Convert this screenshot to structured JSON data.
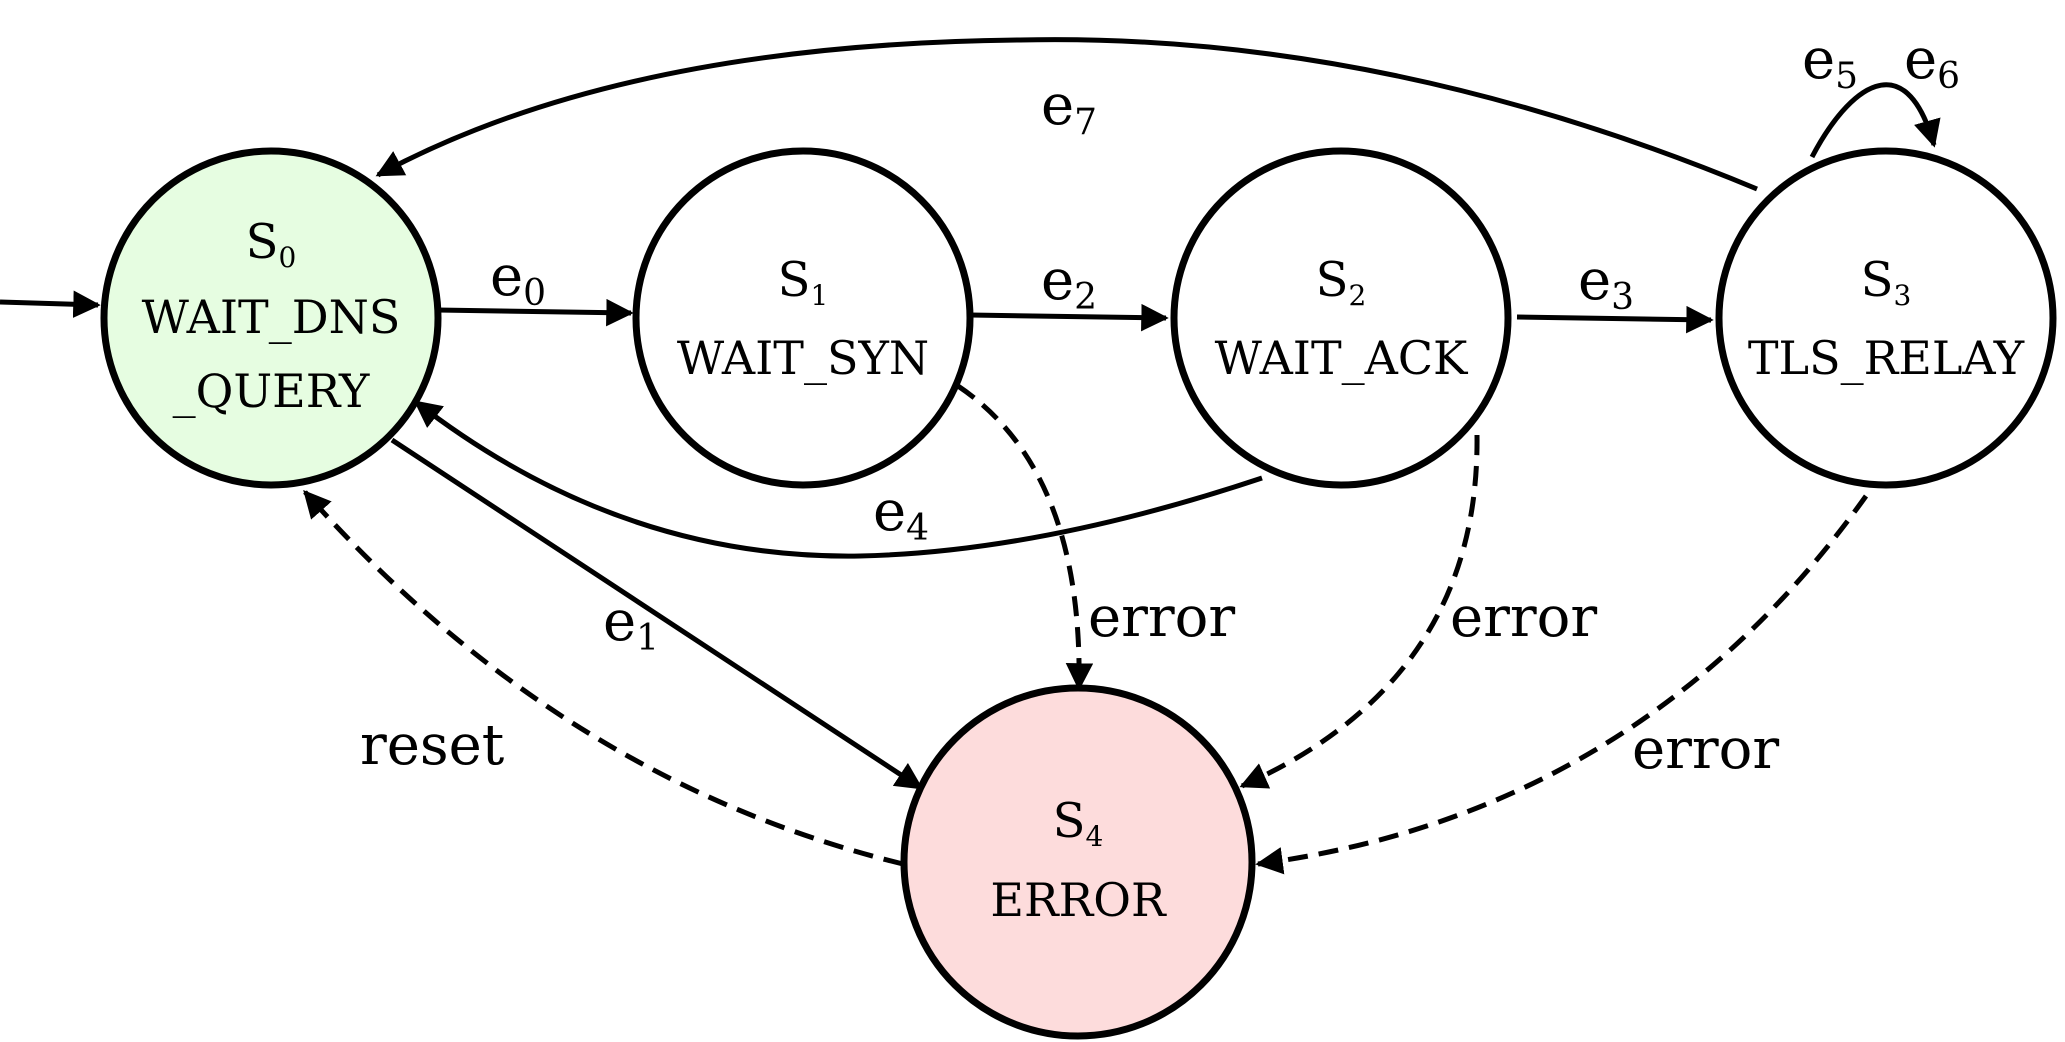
{
  "states": [
    {
      "id": "s0",
      "letter": "S",
      "index": "0",
      "name_lines": [
        "WAIT_DNS",
        "_QUERY"
      ],
      "fill": "#e6fde1",
      "initial": true
    },
    {
      "id": "s1",
      "letter": "S",
      "index": "1",
      "name_lines": [
        "WAIT_SYN"
      ],
      "fill": "#ffffff"
    },
    {
      "id": "s2",
      "letter": "S",
      "index": "2",
      "name_lines": [
        "WAIT_ACK"
      ],
      "fill": "#ffffff"
    },
    {
      "id": "s3",
      "letter": "S",
      "index": "3",
      "name_lines": [
        "TLS_RELAY"
      ],
      "fill": "#ffffff"
    },
    {
      "id": "s4",
      "letter": "S",
      "index": "4",
      "name_lines": [
        "ERROR"
      ],
      "fill": "#fddcdc"
    }
  ],
  "transitions": [
    {
      "id": "e0",
      "from": "s0",
      "to": "s1",
      "base": "e",
      "sub": "0",
      "style": "solid"
    },
    {
      "id": "e1",
      "from": "s0",
      "to": "s4",
      "base": "e",
      "sub": "1",
      "style": "solid"
    },
    {
      "id": "e2",
      "from": "s1",
      "to": "s2",
      "base": "e",
      "sub": "2",
      "style": "solid"
    },
    {
      "id": "e3",
      "from": "s2",
      "to": "s3",
      "base": "e",
      "sub": "3",
      "style": "solid"
    },
    {
      "id": "e4",
      "from": "s2",
      "to": "s0",
      "base": "e",
      "sub": "4",
      "style": "solid"
    },
    {
      "id": "e5e6",
      "from": "s3",
      "to": "s3",
      "parts": [
        {
          "base": "e",
          "sub": "5"
        },
        {
          "base": "e",
          "sub": "6"
        }
      ],
      "style": "solid"
    },
    {
      "id": "e7",
      "from": "s3",
      "to": "s0",
      "base": "e",
      "sub": "7",
      "style": "solid"
    },
    {
      "id": "err1",
      "from": "s1",
      "to": "s4",
      "label": "error",
      "style": "dashed"
    },
    {
      "id": "err2",
      "from": "s2",
      "to": "s4",
      "label": "error",
      "style": "dashed"
    },
    {
      "id": "err3",
      "from": "s3",
      "to": "s4",
      "label": "error",
      "style": "dashed"
    },
    {
      "id": "reset",
      "from": "s4",
      "to": "s0",
      "label": "reset",
      "style": "dashed"
    }
  ]
}
